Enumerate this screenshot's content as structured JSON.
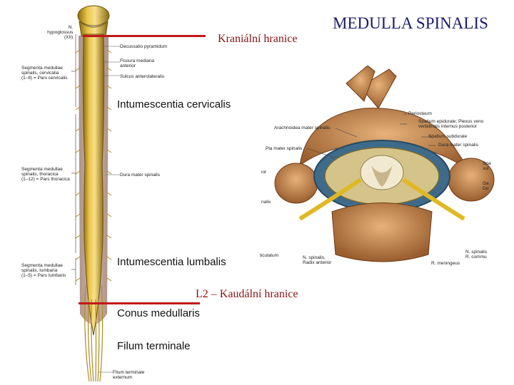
{
  "title": "MEDULLA SPINALIS",
  "labels": {
    "cranial_boundary": "Kraniální hranice",
    "caudal_boundary": "L2 – Kaudální hranice",
    "intumescentia_cervicalis": "Intumescentia cervicalis",
    "intumescentia_lumbalis": "Intumescentia lumbalis",
    "conus_medullaris": "Conus medullaris",
    "filum_terminale": "Filum terminale"
  },
  "spine_left": {
    "n_hypoglossus": "N.",
    "n_hypoglossus_2": "hypoglossus",
    "n_hypoglossus_3": "(XII)",
    "seg_cervicalia_1": "Segmenta medullae",
    "seg_cervicalia_2": "spinalis, cervicalia",
    "seg_cervicalia_3": "(1–8) = Pars cervicalis",
    "seg_thoracica_1": "Segmenta medullae",
    "seg_thoracica_2": "spinalis, thoracica",
    "seg_thoracica_3": "(1–12) = Pars thoracica",
    "seg_lumbaria_1": "Segmenta medullae",
    "seg_lumbaria_2": "spinalis, lumbaria",
    "seg_lumbaria_3": "(1–5) = Pars lumbaris"
  },
  "spine_right": {
    "decussatio": "Decussatio pyramidum",
    "fissura_1": "Fissura mediana",
    "fissura_2": "anterior",
    "sulcus": "Sulcus anterolateralis",
    "dura": "Dura mater spinalis",
    "filum_externum_1": "Filum terminale",
    "filum_externum_2": "externum"
  },
  "cross_section": {
    "periosteum": "Periosteum",
    "spatium_epidurale_1": "Spatium epidurale; Plexus veno",
    "spatium_epidurale_2": "vertebralis internus posterior",
    "arachnoidea": "Arachnoidea mater spinalis",
    "spatium_subdurale": "Spatium subdurale",
    "dura": "Dura mater spinalis",
    "pia": "Pia mater spinalis",
    "left_ior": "ior",
    "left_nalis": "nalis",
    "right_spa": "Spa",
    "right_sut": "sut",
    "right_ga": "Ga",
    "right_du": "Du",
    "left_ticulatum": "ticulatum",
    "n_spinalis_left_1": "N. spinalis,",
    "n_spinalis_left_2": "Radix anterior",
    "n_spinalis_right_1": "N. spinalis",
    "n_spinalis_right_2": "R. commu",
    "r_meningeus": "R. meningeus"
  }
}
